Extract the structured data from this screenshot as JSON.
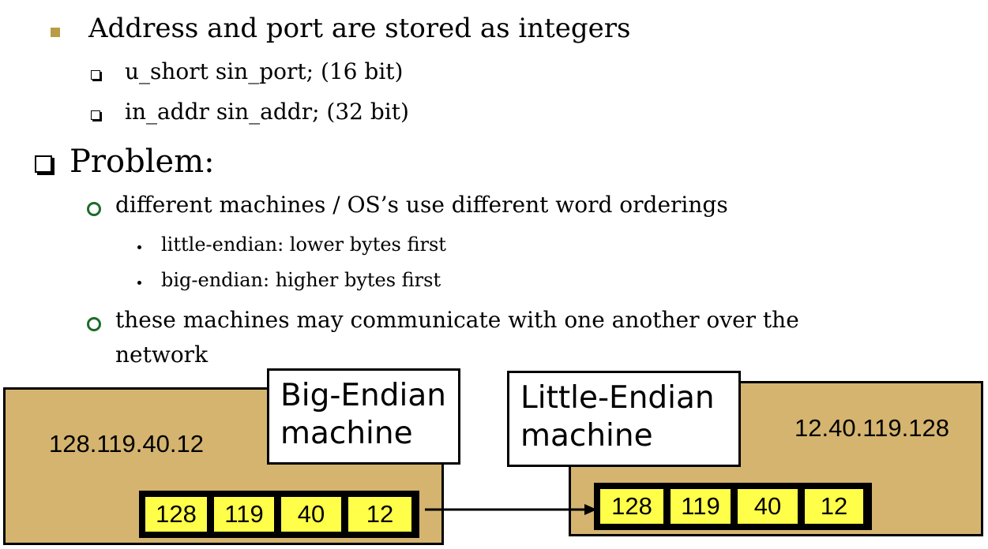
{
  "bullets": {
    "l1": "Address and port are stored as integers",
    "l1_sub": [
      "u_short sin_port; (16 bit)",
      "in_addr sin_addr; (32 bit)"
    ],
    "problem": "Problem:",
    "p1": "different machines / OS’s use different word orderings",
    "p1_sub": [
      "little-endian: lower bytes first",
      "big-endian: higher bytes first"
    ],
    "p2_line1": "these machines may communicate with one another over the",
    "p2_line2": "network"
  },
  "diagram": {
    "big_endian": {
      "label_line1": "Big-Endian",
      "label_line2": "machine",
      "address": "128.119.40.12",
      "bytes": [
        "128",
        "119",
        "40",
        "12"
      ]
    },
    "little_endian": {
      "label_line1": "Little-Endian",
      "label_line2": "machine",
      "address": "12.40.119.128",
      "bytes": [
        "128",
        "119",
        "40",
        "12"
      ]
    },
    "colors": {
      "machine": "#d4b46f",
      "byte_cell": "#ffff4a",
      "bullet_square": "#b89d45",
      "bullet_circle": "#1d6b2a"
    }
  }
}
